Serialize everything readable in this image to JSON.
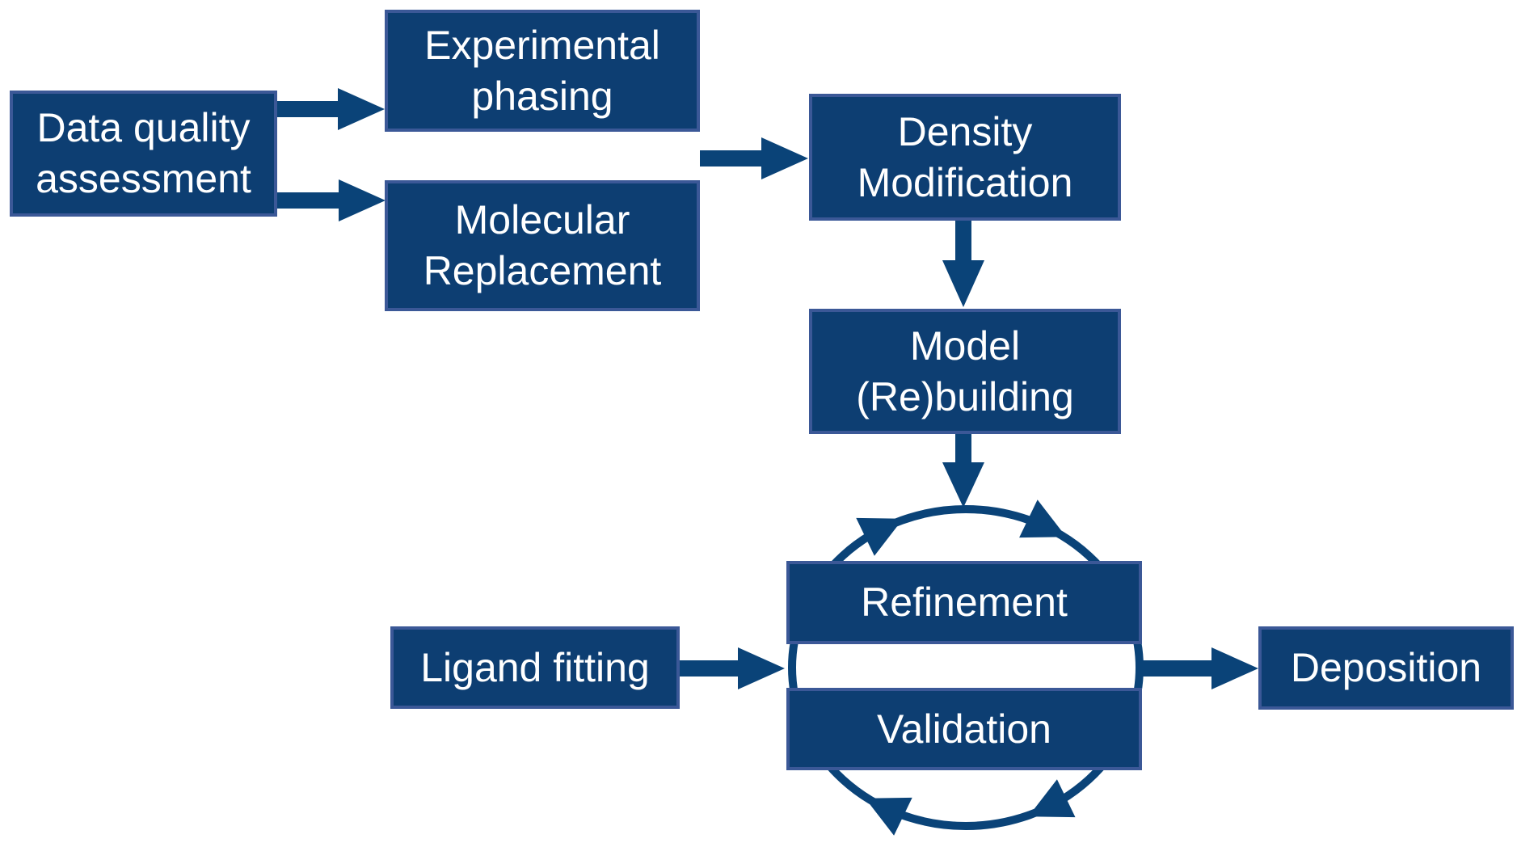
{
  "boxes": {
    "data_quality": {
      "line1": "Data quality",
      "line2": "assessment"
    },
    "experimental_phasing": {
      "line1": "Experimental",
      "line2": "phasing"
    },
    "molecular_replacement": {
      "line1": "Molecular",
      "line2": "Replacement"
    },
    "density_modification": {
      "line1": "Density",
      "line2": "Modification"
    },
    "model_rebuilding": {
      "line1": "Model",
      "line2": "(Re)building"
    },
    "refinement": {
      "label": "Refinement"
    },
    "validation": {
      "label": "Validation"
    },
    "ligand_fitting": {
      "label": "Ligand fitting"
    },
    "deposition": {
      "label": "Deposition"
    }
  },
  "edges": [
    {
      "from": "Data quality assessment",
      "to": "Experimental phasing",
      "style": "straight-arrow"
    },
    {
      "from": "Data quality assessment",
      "to": "Molecular Replacement",
      "style": "straight-arrow"
    },
    {
      "from": "Experimental phasing / Molecular Replacement",
      "to": "Density Modification",
      "style": "straight-arrow"
    },
    {
      "from": "Density Modification",
      "to": "Model (Re)building",
      "style": "straight-arrow"
    },
    {
      "from": "Model (Re)building",
      "to": "Refinement-Validation cycle",
      "style": "straight-arrow"
    },
    {
      "from": "Ligand fitting",
      "to": "Refinement-Validation cycle",
      "style": "straight-arrow"
    },
    {
      "from": "Refinement-Validation cycle",
      "to": "Deposition",
      "style": "straight-arrow"
    }
  ],
  "cycle": {
    "members": [
      "Refinement",
      "Validation"
    ],
    "direction": "clockwise",
    "arrowheads": 4
  },
  "colors": {
    "background": "#ffffff",
    "box_fill": "#0d3e72",
    "box_border": "#3b5897",
    "arrow": "#0a4378",
    "text": "#ffffff"
  }
}
